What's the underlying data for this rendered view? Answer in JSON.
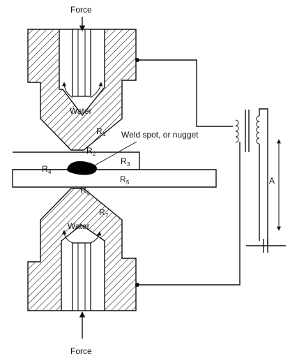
{
  "labels": {
    "force_top": "Force",
    "force_bottom": "Force",
    "water_top": "Water",
    "water_bottom": "Water",
    "weld_spot": "Weld spot, or nugget",
    "current": "A"
  },
  "resistances": [
    {
      "id": "r1",
      "letter": "R",
      "sub": "1"
    },
    {
      "id": "r2",
      "letter": "R",
      "sub": "2"
    },
    {
      "id": "r3",
      "letter": "R",
      "sub": "3"
    },
    {
      "id": "r4",
      "letter": "R",
      "sub": "4"
    },
    {
      "id": "r5",
      "letter": "R",
      "sub": "5"
    },
    {
      "id": "r6",
      "letter": "R",
      "sub": "6"
    },
    {
      "id": "r7",
      "letter": "R",
      "sub": "7"
    }
  ],
  "colors": {
    "ink": "#111111",
    "nugget": "#000000"
  }
}
